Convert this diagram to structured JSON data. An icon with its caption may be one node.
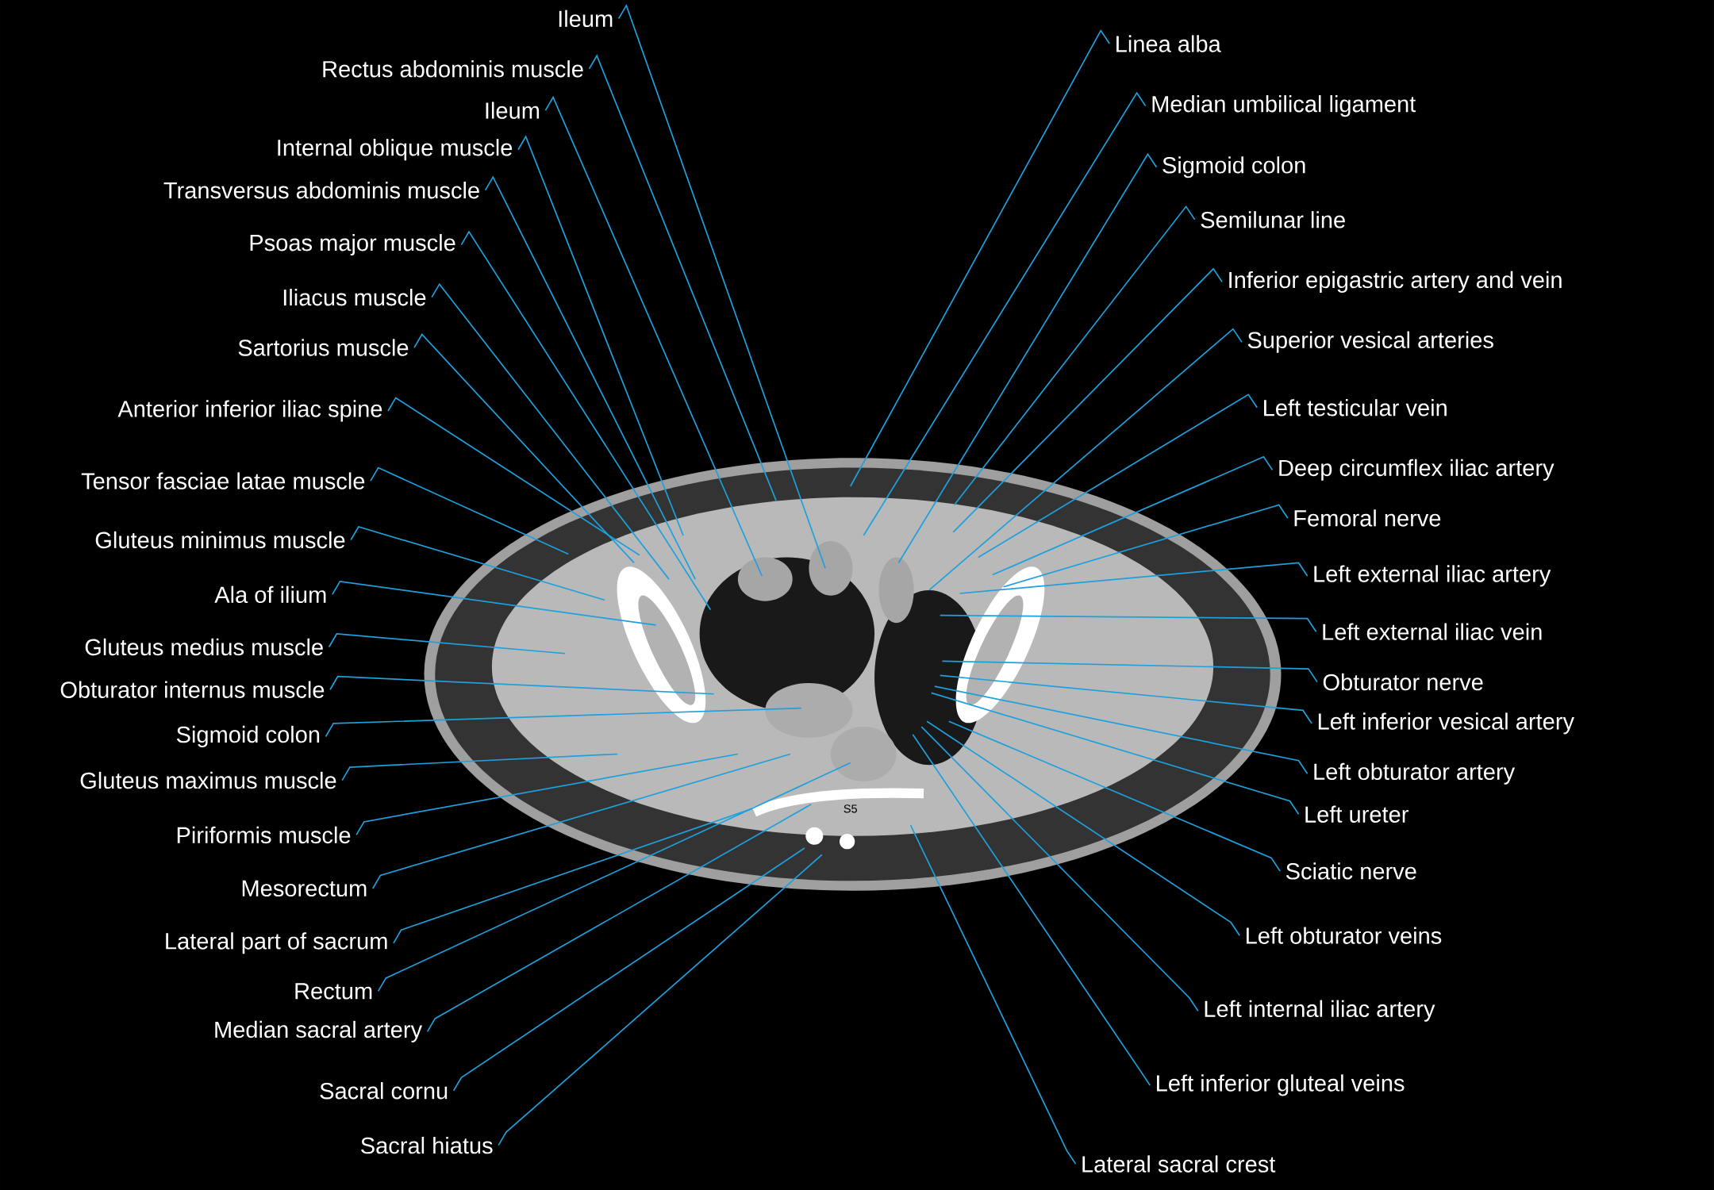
{
  "diagram": {
    "nodes": [
      {
        "text": [
          "Ileum"
        ]
      },
      {
        "text": [
          "Rectus abdominis muscle"
        ]
      },
      {
        "text": [
          "Ileum"
        ]
      },
      {
        "text": [
          "Internal oblique muscle"
        ]
      },
      {
        "text": [
          "Transversus abdominis muscle"
        ]
      },
      {
        "text": [
          "Psoas major muscle"
        ]
      },
      {
        "text": [
          "Iliacus muscle"
        ]
      },
      {
        "text": [
          "Sartorius muscle"
        ]
      },
      {
        "text": [
          "Anterior inferior iliac spine"
        ]
      },
      {
        "text": [
          "Tensor fasciae latae muscle"
        ]
      },
      {
        "text": [
          "Gluteus minimus muscle"
        ]
      },
      {
        "text": [
          "Ala of ilium"
        ]
      },
      {
        "text": [
          "Gluteus medius muscle"
        ]
      },
      {
        "text": [
          "Obturator internus muscle"
        ]
      },
      {
        "text": [
          "Sigmoid colon"
        ]
      },
      {
        "text": [
          "Gluteus maximus muscle"
        ]
      },
      {
        "text": [
          "Piriformis muscle"
        ]
      },
      {
        "text": [
          "Mesorectum"
        ]
      },
      {
        "text": [
          "Lateral part of sacrum"
        ]
      },
      {
        "text": [
          "Rectum"
        ]
      },
      {
        "text": [
          "Median sacral artery"
        ]
      },
      {
        "text": [
          "Sacral cornu"
        ]
      },
      {
        "text": [
          "Sacral hiatus"
        ]
      },
      {
        "text": [
          "Linea alba"
        ]
      },
      {
        "text": [
          "Median umbilical ligament"
        ]
      },
      {
        "text": [
          "Sigmoid colon"
        ]
      },
      {
        "text": [
          "Semilunar line"
        ]
      },
      {
        "text": [
          "Inferior epigastric artery and vein"
        ]
      },
      {
        "text": [
          "Superior vesical arteries"
        ]
      },
      {
        "text": [
          "Left testicular vein"
        ]
      },
      {
        "text": [
          "Deep circumflex iliac artery"
        ]
      },
      {
        "text": [
          "Femoral nerve"
        ]
      },
      {
        "text": [
          "Left external iliac artery"
        ]
      },
      {
        "text": [
          "Left external iliac vein"
        ]
      },
      {
        "text": [
          "Obturator nerve"
        ]
      },
      {
        "text": [
          "Left inferior vesical artery"
        ]
      },
      {
        "text": [
          "Left obturator artery"
        ]
      },
      {
        "text": [
          "Left ureter"
        ]
      },
      {
        "text": [
          "Sciatic nerve"
        ]
      },
      {
        "text": [
          "Left obturator veins"
        ]
      },
      {
        "text": [
          "Left internal iliac artery"
        ]
      },
      {
        "text": [
          "Left inferior gluteal veins"
        ]
      },
      {
        "text": [
          "Lateral sacral crest"
        ]
      }
    ],
    "edges": [
      {
        "from": 0,
        "to": null,
        "arrow": "none"
      },
      {
        "from": 1,
        "to": null,
        "arrow": "none"
      },
      {
        "from": 2,
        "to": null,
        "arrow": "none"
      },
      {
        "from": 3,
        "to": null,
        "arrow": "none"
      },
      {
        "from": 4,
        "to": null,
        "arrow": "none"
      },
      {
        "from": 5,
        "to": null,
        "arrow": "none"
      },
      {
        "from": 6,
        "to": null,
        "arrow": "none"
      },
      {
        "from": 7,
        "to": null,
        "arrow": "none"
      },
      {
        "from": 8,
        "to": null,
        "arrow": "none"
      },
      {
        "from": 9,
        "to": null,
        "arrow": "none"
      },
      {
        "from": 10,
        "to": null,
        "arrow": "none"
      },
      {
        "from": 11,
        "to": null,
        "arrow": "none"
      },
      {
        "from": 12,
        "to": null,
        "arrow": "none"
      },
      {
        "from": 13,
        "to": null,
        "arrow": "none"
      },
      {
        "from": 14,
        "to": null,
        "arrow": "none"
      },
      {
        "from": 15,
        "to": null,
        "arrow": "none"
      },
      {
        "from": 16,
        "to": null,
        "arrow": "none"
      },
      {
        "from": 17,
        "to": null,
        "arrow": "none"
      },
      {
        "from": 18,
        "to": null,
        "arrow": "none"
      },
      {
        "from": 19,
        "to": null,
        "arrow": "none"
      },
      {
        "from": 20,
        "to": null,
        "arrow": "none"
      },
      {
        "from": 21,
        "to": null,
        "arrow": "none"
      },
      {
        "from": 22,
        "to": null,
        "arrow": "none"
      },
      {
        "from": 23,
        "to": null,
        "arrow": "none"
      },
      {
        "from": 24,
        "to": null,
        "arrow": "none"
      },
      {
        "from": 25,
        "to": null,
        "arrow": "none"
      },
      {
        "from": 26,
        "to": null,
        "arrow": "none"
      },
      {
        "from": 27,
        "to": null,
        "arrow": "none"
      },
      {
        "from": 28,
        "to": null,
        "arrow": "none"
      },
      {
        "from": 29,
        "to": null,
        "arrow": "none"
      },
      {
        "from": 30,
        "to": null,
        "arrow": "none"
      },
      {
        "from": 31,
        "to": null,
        "arrow": "none"
      },
      {
        "from": 32,
        "to": null,
        "arrow": "none"
      },
      {
        "from": 33,
        "to": null,
        "arrow": "none"
      },
      {
        "from": 34,
        "to": null,
        "arrow": "none"
      },
      {
        "from": 35,
        "to": null,
        "arrow": "none"
      },
      {
        "from": 36,
        "to": null,
        "arrow": "none"
      },
      {
        "from": 37,
        "to": null,
        "arrow": "none"
      },
      {
        "from": 38,
        "to": null,
        "arrow": "none"
      },
      {
        "from": 39,
        "to": null,
        "arrow": "none"
      },
      {
        "from": 40,
        "to": null,
        "arrow": "none"
      },
      {
        "from": 41,
        "to": null,
        "arrow": "none"
      },
      {
        "from": 42,
        "to": null,
        "arrow": "none"
      }
    ],
    "labels": [
      "S5"
    ]
  }
}
